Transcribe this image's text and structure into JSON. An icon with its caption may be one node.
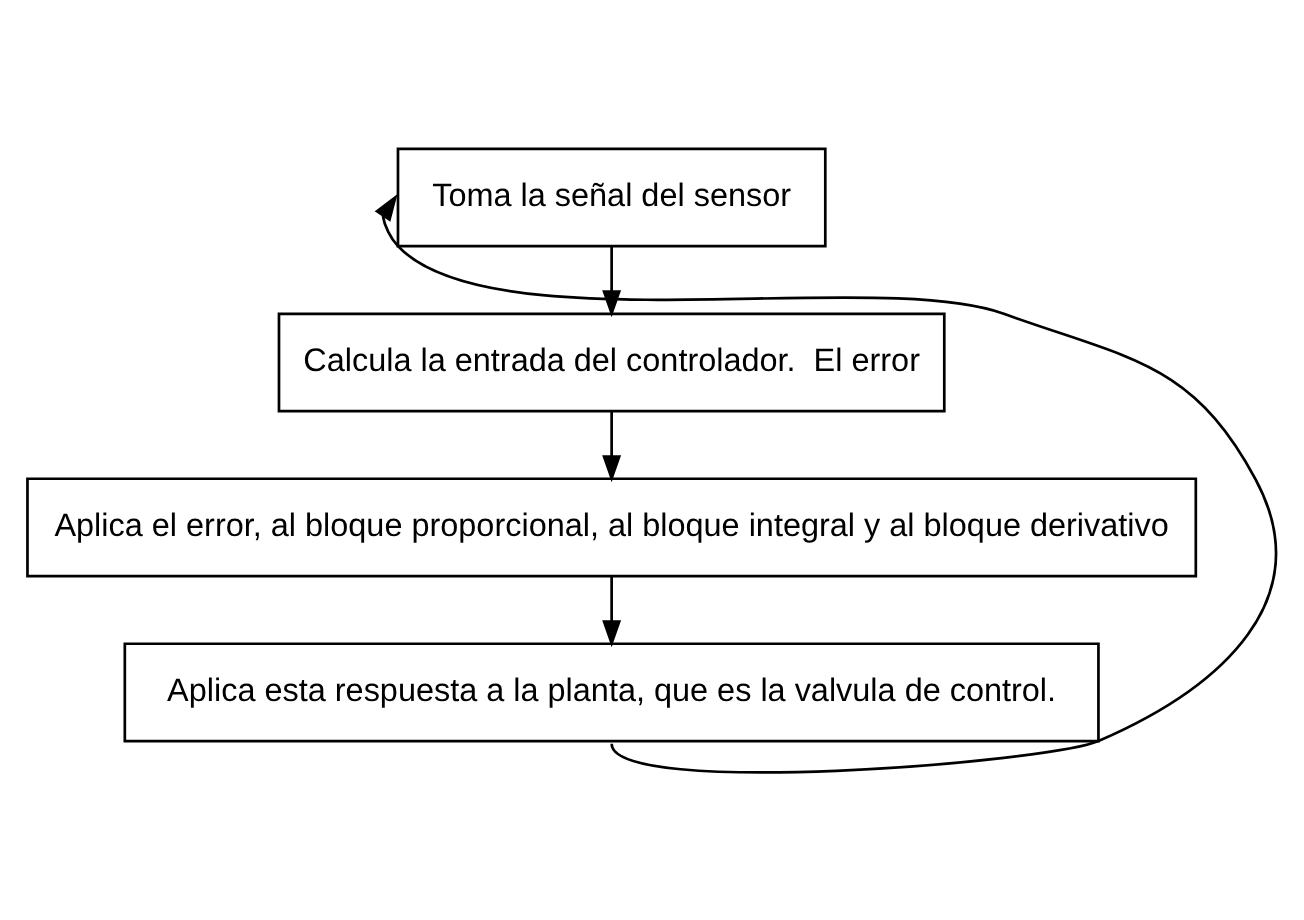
{
  "diagram": {
    "nodes": [
      {
        "text": [
          "Toma la señal del sensor"
        ]
      },
      {
        "text": [
          "Calcula la entrada del controlador.  El error"
        ]
      },
      {
        "text": [
          "Aplica el error, al bloque proporcional, al bloque integral y al bloque derivativo"
        ]
      },
      {
        "text": [
          "Aplica esta respuesta a la planta, que es la valvula de control."
        ]
      }
    ],
    "edges": [
      {
        "from": 0,
        "to": 1,
        "arrow": "to"
      },
      {
        "from": 1,
        "to": 2,
        "arrow": "to"
      },
      {
        "from": 2,
        "to": 3,
        "arrow": "to"
      },
      {
        "from": 3,
        "to": 0,
        "arrow": "to"
      }
    ]
  }
}
